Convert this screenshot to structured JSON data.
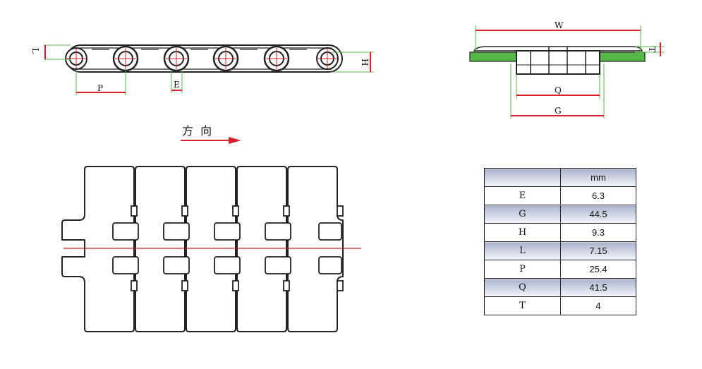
{
  "side_view": {
    "dim_L": "L",
    "dim_P": "P",
    "dim_E": "E",
    "dim_H": "H"
  },
  "end_view": {
    "dim_W": "W",
    "dim_T": "T",
    "dim_Q": "Q",
    "dim_G": "G"
  },
  "direction_label": "方  向",
  "table": {
    "unit_header": "mm",
    "rows": [
      {
        "key": "E",
        "value": "6.3"
      },
      {
        "key": "G",
        "value": "44.5"
      },
      {
        "key": "H",
        "value": "9.3"
      },
      {
        "key": "L",
        "value": "7.15"
      },
      {
        "key": "P",
        "value": "25.4"
      },
      {
        "key": "Q",
        "value": "41.5"
      },
      {
        "key": "T",
        "value": "4"
      }
    ]
  },
  "colors": {
    "dimension": "#d8202c",
    "belt": "#55b848",
    "outline": "#222222"
  }
}
